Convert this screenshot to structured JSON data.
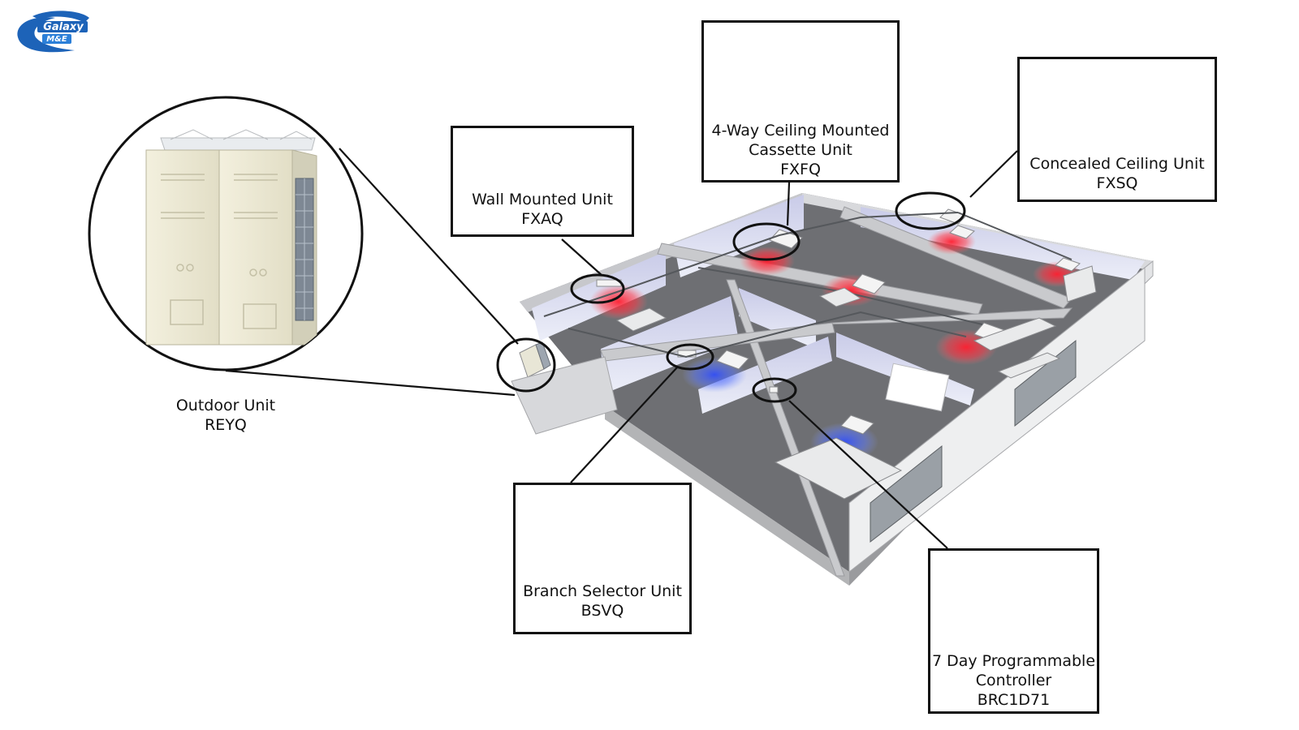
{
  "logo": {
    "line1": "Galaxy",
    "line2": "M&E"
  },
  "callouts": {
    "wall": {
      "name": "Wall Mounted Unit",
      "model": "FXAQ"
    },
    "cassette": {
      "line1": "4-Way Ceiling Mounted",
      "line2": "Cassette Unit",
      "model": "FXFQ"
    },
    "concealed": {
      "name": "Concealed Ceiling Unit",
      "model": "FXSQ"
    },
    "outdoor": {
      "name": "Outdoor Unit",
      "model": "REYQ"
    },
    "branch": {
      "name": "Branch Selector Unit",
      "model": "BSVQ"
    },
    "controller": {
      "line1": "7 Day Programmable",
      "line2": "Controller",
      "model": "BRC1D71"
    }
  },
  "colors": {
    "heating": "#ff2a3a",
    "cooling": "#3b5bff",
    "wall_tint": "#d8d9f2",
    "floor": "#6e6f73"
  }
}
